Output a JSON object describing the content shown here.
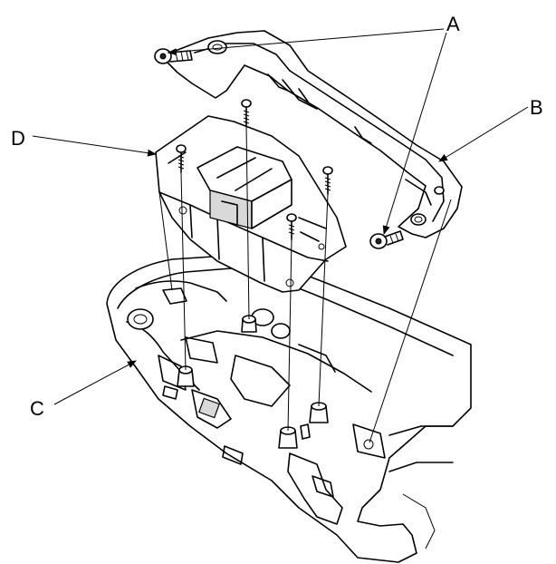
{
  "callouts": {
    "a": "A",
    "b": "B",
    "c": "C",
    "d": "D"
  },
  "colors": {
    "line": "#000000",
    "background": "#ffffff",
    "shading": "#d9d9d9"
  }
}
